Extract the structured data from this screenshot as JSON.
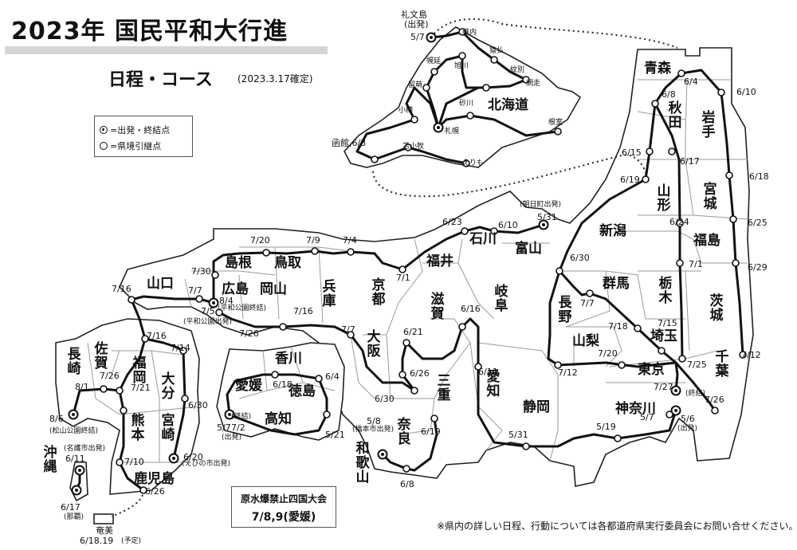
{
  "header": {
    "title": "2023年 国民平和大行進",
    "subtitle": "日程・コース",
    "date_note": "(2023.3.17確定)"
  },
  "legend": {
    "start_end": "=出発・終結点",
    "relay": "=県境引継点"
  },
  "convention": {
    "line1": "原水爆禁止四国大会",
    "line2": "7/8,9(愛媛)"
  },
  "footer_note": "※県内の詳しい日程、行動については各都道府県実行委員会にお問い合せください。",
  "colors": {
    "route": "#111111",
    "border": "#9a9a9a",
    "coast": "#222222"
  },
  "labels": [
    {
      "id": "hokkaido",
      "text": "北海道",
      "cls": "pref"
    },
    {
      "id": "aomori",
      "text": "青森",
      "cls": "pref"
    },
    {
      "id": "akita",
      "text": "秋田",
      "cls": "prefv"
    },
    {
      "id": "iwate",
      "text": "岩手",
      "cls": "prefv"
    },
    {
      "id": "yamagata",
      "text": "山形",
      "cls": "prefv"
    },
    {
      "id": "miyagi",
      "text": "宮城",
      "cls": "prefv"
    },
    {
      "id": "niigata",
      "text": "新潟",
      "cls": "pref"
    },
    {
      "id": "fukushima",
      "text": "福島",
      "cls": "pref"
    },
    {
      "id": "ishikawa",
      "text": "石川",
      "cls": "pref"
    },
    {
      "id": "toyama",
      "text": "富山",
      "cls": "pref"
    },
    {
      "id": "fukui",
      "text": "福井",
      "cls": "pref"
    },
    {
      "id": "tottori",
      "text": "鳥取",
      "cls": "pref"
    },
    {
      "id": "shimane",
      "text": "島根",
      "cls": "pref"
    },
    {
      "id": "yamaguchi",
      "text": "山口",
      "cls": "pref"
    },
    {
      "id": "hiroshima",
      "text": "広島",
      "cls": "pref"
    },
    {
      "id": "okayama",
      "text": "岡山",
      "cls": "pref"
    },
    {
      "id": "hyogo",
      "text": "兵庫",
      "cls": "prefv"
    },
    {
      "id": "kyoto",
      "text": "京都",
      "cls": "prefv"
    },
    {
      "id": "shiga",
      "text": "滋賀",
      "cls": "prefv"
    },
    {
      "id": "gifu",
      "text": "岐阜",
      "cls": "prefv"
    },
    {
      "id": "gunma",
      "text": "群馬",
      "cls": "pref"
    },
    {
      "id": "tochigi",
      "text": "栃木",
      "cls": "prefv"
    },
    {
      "id": "ibaraki",
      "text": "茨城",
      "cls": "prefv"
    },
    {
      "id": "nagano",
      "text": "長野",
      "cls": "prefv"
    },
    {
      "id": "yamanashi",
      "text": "山梨",
      "cls": "pref"
    },
    {
      "id": "saitama",
      "text": "埼玉",
      "cls": "pref"
    },
    {
      "id": "tokyo",
      "text": "東京",
      "cls": "pref"
    },
    {
      "id": "chiba",
      "text": "千葉",
      "cls": "prefv"
    },
    {
      "id": "kanagawa",
      "text": "神奈川",
      "cls": "pref"
    },
    {
      "id": "shizuoka",
      "text": "静岡",
      "cls": "pref"
    },
    {
      "id": "aichi",
      "text": "愛知",
      "cls": "prefv"
    },
    {
      "id": "mie",
      "text": "三重",
      "cls": "prefv"
    },
    {
      "id": "nara",
      "text": "奈良",
      "cls": "prefv"
    },
    {
      "id": "wakayama",
      "text": "和歌山",
      "cls": "prefv"
    },
    {
      "id": "osaka",
      "text": "大阪",
      "cls": "prefv"
    },
    {
      "id": "kagawa",
      "text": "香川",
      "cls": "pref"
    },
    {
      "id": "ehime",
      "text": "愛媛",
      "cls": "pref"
    },
    {
      "id": "tokushima",
      "text": "徳島",
      "cls": "pref"
    },
    {
      "id": "kochi",
      "text": "高知",
      "cls": "pref"
    },
    {
      "id": "fukuoka",
      "text": "福岡",
      "cls": "prefv"
    },
    {
      "id": "saga",
      "text": "佐賀",
      "cls": "prefv"
    },
    {
      "id": "nagasaki",
      "text": "長崎",
      "cls": "prefv"
    },
    {
      "id": "oita",
      "text": "大分",
      "cls": "prefv"
    },
    {
      "id": "kumamoto",
      "text": "熊本",
      "cls": "prefv"
    },
    {
      "id": "miyazaki",
      "text": "宮崎",
      "cls": "prefv"
    },
    {
      "id": "kagoshima",
      "text": "鹿児島",
      "cls": "pref"
    },
    {
      "id": "okinawa",
      "text": "沖縄",
      "cls": "prefv"
    },
    {
      "id": "rebun",
      "text": "礼文島",
      "cls": "dt"
    },
    {
      "id": "rebun2",
      "text": "(出発)",
      "cls": "dt"
    },
    {
      "id": "d_0507a",
      "text": "5/7",
      "cls": "dt"
    },
    {
      "id": "c_wakkanai",
      "text": "稚内",
      "cls": "city"
    },
    {
      "id": "c_hamatonbetsu",
      "text": "猿払",
      "cls": "city"
    },
    {
      "id": "c_horonobe",
      "text": "幌延",
      "cls": "city"
    },
    {
      "id": "c_asahikawa",
      "text": "旭川",
      "cls": "city"
    },
    {
      "id": "c_monbetsu",
      "text": "紋別",
      "cls": "city"
    },
    {
      "id": "c_rumoi",
      "text": "留萌",
      "cls": "city"
    },
    {
      "id": "c_abashiri",
      "text": "網走",
      "cls": "city"
    },
    {
      "id": "c_sunagawa",
      "text": "砂川",
      "cls": "city"
    },
    {
      "id": "c_otaru",
      "text": "小樽",
      "cls": "city"
    },
    {
      "id": "c_sapporo",
      "text": "札幌",
      "cls": "city"
    },
    {
      "id": "c_nemuro",
      "text": "根室",
      "cls": "city"
    },
    {
      "id": "c_tomakomai",
      "text": "苫小牧",
      "cls": "city"
    },
    {
      "id": "c_erimo",
      "text": "えりも",
      "cls": "city"
    },
    {
      "id": "hakodate",
      "text": "函館,6/3",
      "cls": "dt"
    },
    {
      "id": "d_0604a",
      "text": "6/4",
      "cls": "dt"
    },
    {
      "id": "d_0608",
      "text": "6/8",
      "cls": "dt"
    },
    {
      "id": "d_0610a",
      "text": "6/10",
      "cls": "dt"
    },
    {
      "id": "d_0615",
      "text": "6/15",
      "cls": "dt"
    },
    {
      "id": "d_0617",
      "text": "6/17",
      "cls": "dt"
    },
    {
      "id": "d_0618",
      "text": "6/18",
      "cls": "dt"
    },
    {
      "id": "d_0619a",
      "text": "6/19",
      "cls": "dt"
    },
    {
      "id": "d_0624",
      "text": "6/24",
      "cls": "dt"
    },
    {
      "id": "d_0625",
      "text": "6/25",
      "cls": "dt"
    },
    {
      "id": "d_0629",
      "text": "6/29",
      "cls": "dt"
    },
    {
      "id": "d_0701a",
      "text": "7/1",
      "cls": "dt"
    },
    {
      "id": "d_0630a",
      "text": "6/30",
      "cls": "dt"
    },
    {
      "id": "asahi",
      "text": "(朝日町出発)",
      "cls": "sm"
    },
    {
      "id": "d_0531a",
      "text": "5/31",
      "cls": "dt"
    },
    {
      "id": "d_0610b",
      "text": "6/10",
      "cls": "dt"
    },
    {
      "id": "d_0623",
      "text": "6/23",
      "cls": "dt"
    },
    {
      "id": "d_0701b",
      "text": "7/1",
      "cls": "dt"
    },
    {
      "id": "d_0704",
      "text": "7/4",
      "cls": "dt"
    },
    {
      "id": "d_0709",
      "text": "7/9",
      "cls": "dt"
    },
    {
      "id": "d_0720a",
      "text": "7/20",
      "cls": "dt"
    },
    {
      "id": "d_0730",
      "text": "7/30",
      "cls": "dt"
    },
    {
      "id": "d_0716a",
      "text": "7/16",
      "cls": "dt"
    },
    {
      "id": "d_0707a",
      "text": "7/7",
      "cls": "dt"
    },
    {
      "id": "d_0804",
      "text": "8/4",
      "cls": "dt"
    },
    {
      "id": "heiwa_end",
      "text": "(平和公園終結)",
      "cls": "sm"
    },
    {
      "id": "d_0705",
      "text": "7/5",
      "cls": "dt"
    },
    {
      "id": "heiwa_start",
      "text": "(平和公園出発)",
      "cls": "sm"
    },
    {
      "id": "d_0716b",
      "text": "7/16",
      "cls": "dt"
    },
    {
      "id": "d_0726a",
      "text": "7/26",
      "cls": "dt"
    },
    {
      "id": "d_0707b",
      "text": "7/7",
      "cls": "dt"
    },
    {
      "id": "d_0616",
      "text": "6/16",
      "cls": "dt"
    },
    {
      "id": "d_0621",
      "text": "6/21",
      "cls": "dt"
    },
    {
      "id": "d_0626a",
      "text": "6/26",
      "cls": "dt"
    },
    {
      "id": "d_0630b",
      "text": "6/30",
      "cls": "dt"
    },
    {
      "id": "d_0611a",
      "text": "6/11",
      "cls": "dt"
    },
    {
      "id": "d_0707c",
      "text": "7/7",
      "cls": "dt"
    },
    {
      "id": "d_0718",
      "text": "7/18",
      "cls": "dt"
    },
    {
      "id": "d_0715",
      "text": "7/15",
      "cls": "dt"
    },
    {
      "id": "d_0712a",
      "text": "7/12",
      "cls": "dt"
    },
    {
      "id": "d_0720b",
      "text": "7/20",
      "cls": "dt"
    },
    {
      "id": "d_0725",
      "text": "7/25",
      "cls": "dt"
    },
    {
      "id": "d_0712b",
      "text": "7/12",
      "cls": "dt"
    },
    {
      "id": "d_0727",
      "text": "7/27",
      "cls": "dt"
    },
    {
      "id": "shuketsu1",
      "text": "(終結)",
      "cls": "sm"
    },
    {
      "id": "d_0726b",
      "text": "7/26",
      "cls": "dt"
    },
    {
      "id": "d_0507b",
      "text": "5/7",
      "cls": "dt"
    },
    {
      "id": "d_0506",
      "text": "5/6",
      "cls": "dt"
    },
    {
      "id": "shuppatsu1",
      "text": "(出発)",
      "cls": "sm"
    },
    {
      "id": "d_0519",
      "text": "5/19",
      "cls": "dt"
    },
    {
      "id": "d_0531b",
      "text": "5/31",
      "cls": "dt"
    },
    {
      "id": "d_0619b",
      "text": "6/19",
      "cls": "dt"
    },
    {
      "id": "d_0608b",
      "text": "6/8",
      "cls": "dt"
    },
    {
      "id": "d_0508",
      "text": "5/8",
      "cls": "dt"
    },
    {
      "id": "hashimoto",
      "text": "(橋本市出発)",
      "cls": "sm"
    },
    {
      "id": "d_0604b",
      "text": "6/4",
      "cls": "dt"
    },
    {
      "id": "d_0618b",
      "text": "6/18",
      "cls": "dt"
    },
    {
      "id": "d_0702",
      "text": "7/2",
      "cls": "dt"
    },
    {
      "id": "shuketsu2",
      "text": "(終結)",
      "cls": "sm"
    },
    {
      "id": "d_0507c",
      "text": "5/7",
      "cls": "dt"
    },
    {
      "id": "shuppatsu2",
      "text": "(出発)",
      "cls": "sm"
    },
    {
      "id": "d_0521",
      "text": "5/21",
      "cls": "dt"
    },
    {
      "id": "d_0716c",
      "text": "7/16",
      "cls": "dt"
    },
    {
      "id": "d_0714",
      "text": "7/14",
      "cls": "dt"
    },
    {
      "id": "d_0726c",
      "text": "7/26",
      "cls": "dt"
    },
    {
      "id": "d_0801",
      "text": "8/1",
      "cls": "dt"
    },
    {
      "id": "d_0721",
      "text": "7/21",
      "cls": "dt"
    },
    {
      "id": "d_0630c",
      "text": "6/30",
      "cls": "dt"
    },
    {
      "id": "d_0806",
      "text": "8/6",
      "cls": "dt"
    },
    {
      "id": "matsuyama",
      "text": "(松山公園終結)",
      "cls": "sm"
    },
    {
      "id": "d_0710",
      "text": "7/10",
      "cls": "dt"
    },
    {
      "id": "d_0620",
      "text": "6/20",
      "cls": "dt"
    },
    {
      "id": "ebino",
      "text": "(えびの市出発)",
      "cls": "sm"
    },
    {
      "id": "d_0626b",
      "text": "6/26",
      "cls": "dt"
    },
    {
      "id": "nago",
      "text": "(名護市出発)",
      "cls": "sm"
    },
    {
      "id": "d_0611b",
      "text": "6/11",
      "cls": "dt"
    },
    {
      "id": "d_0617b",
      "text": "6/17",
      "cls": "dt"
    },
    {
      "id": "naha",
      "text": "(那覇)",
      "cls": "sm"
    },
    {
      "id": "amami",
      "text": "奄美",
      "cls": "dt"
    },
    {
      "id": "amami_date",
      "text": "6/18.19",
      "cls": "dt"
    },
    {
      "id": "yotei",
      "text": "(予定)",
      "cls": "sm"
    }
  ]
}
